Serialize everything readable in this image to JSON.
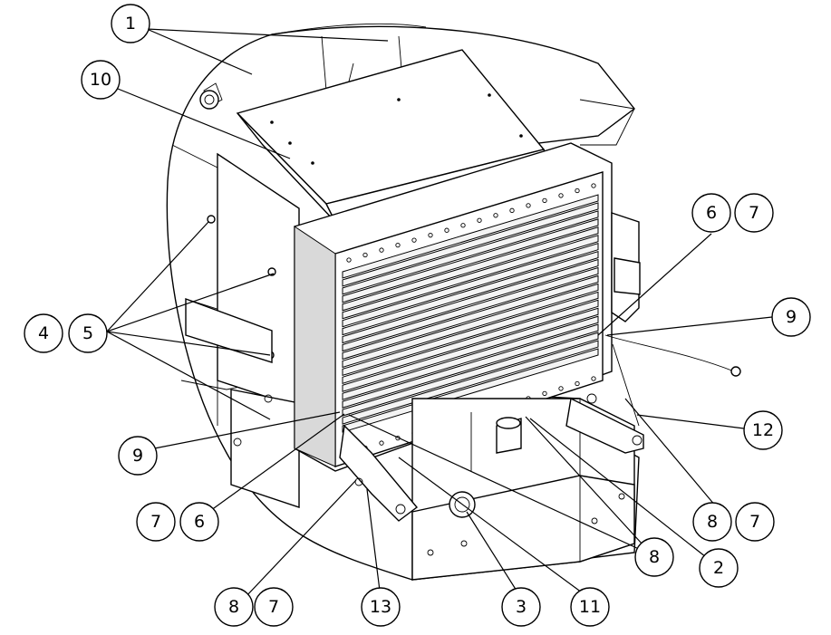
{
  "callouts": [
    {
      "id": "c1",
      "label": "1"
    },
    {
      "id": "c10",
      "label": "10"
    },
    {
      "id": "c6a",
      "label": "6"
    },
    {
      "id": "c7a",
      "label": "7"
    },
    {
      "id": "c9a",
      "label": "9"
    },
    {
      "id": "c4",
      "label": "4"
    },
    {
      "id": "c5",
      "label": "5"
    },
    {
      "id": "c12",
      "label": "12"
    },
    {
      "id": "c9b",
      "label": "9"
    },
    {
      "id": "c7b",
      "label": "7"
    },
    {
      "id": "c6b",
      "label": "6"
    },
    {
      "id": "c8a",
      "label": "8"
    },
    {
      "id": "c7c",
      "label": "7"
    },
    {
      "id": "c8b",
      "label": "8"
    },
    {
      "id": "c2",
      "label": "2"
    },
    {
      "id": "c8c",
      "label": "8"
    },
    {
      "id": "c7d",
      "label": "7"
    },
    {
      "id": "c13",
      "label": "13"
    },
    {
      "id": "c3",
      "label": "3"
    },
    {
      "id": "c11",
      "label": "11"
    }
  ]
}
